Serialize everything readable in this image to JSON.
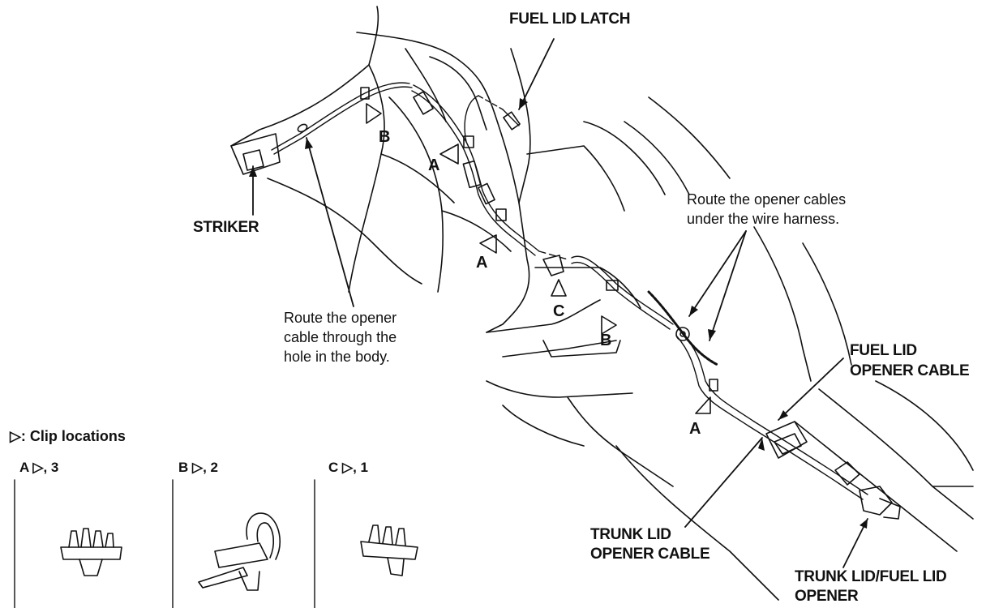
{
  "labels": {
    "fuel_lid_latch": "FUEL LID LATCH",
    "striker": "STRIKER",
    "route_harness_1": "Route the opener cables",
    "route_harness_2": "under the wire harness.",
    "route_hole_1": "Route the opener",
    "route_hole_2": "cable through the",
    "route_hole_3": "hole in the body.",
    "fuel_lid_cable_1": "FUEL LID",
    "fuel_lid_cable_2": "OPENER CABLE",
    "trunk_lid_cable_1": "TRUNK LID",
    "trunk_lid_cable_2": "OPENER CABLE",
    "opener_1": "TRUNK LID/FUEL LID",
    "opener_2": "OPENER"
  },
  "clip_markers": {
    "a": "A",
    "b": "B",
    "c": "C"
  },
  "legend": {
    "title": "▷: Clip locations",
    "clips": [
      {
        "label": "A ▷, 3"
      },
      {
        "label": "B ▷, 2"
      },
      {
        "label": "C ▷, 1"
      }
    ]
  },
  "colors": {
    "ink": "#111111",
    "paper": "#ffffff"
  }
}
